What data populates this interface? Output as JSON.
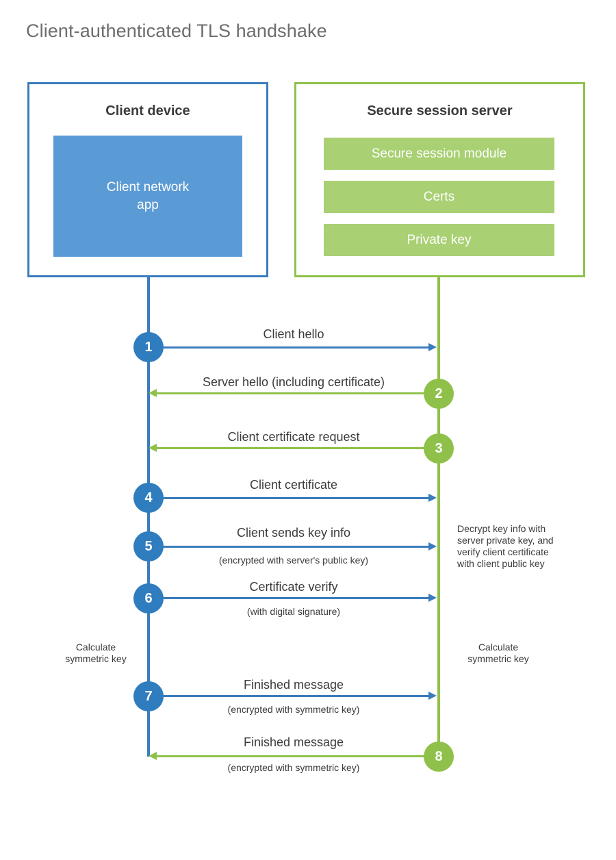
{
  "title": "Client-authenticated TLS handshake",
  "colors": {
    "client_blue": "#3a7cbd",
    "client_app_blue": "#5b9bd5",
    "client_circle_blue": "#2f7cbf",
    "server_green": "#8fc14a",
    "server_bar_green": "#a9d073",
    "text_dark": "#3b3b3b",
    "title_gray": "#6d6d6d"
  },
  "client": {
    "title": "Client device",
    "app_label": "Client network\napp",
    "app_label_line1": "Client network",
    "app_label_line2": "app"
  },
  "server": {
    "title": "Secure session server",
    "components": [
      {
        "label": "Secure session module"
      },
      {
        "label": "Certs"
      },
      {
        "label": "Private key"
      }
    ]
  },
  "steps": [
    {
      "number": "1",
      "label": "Client hello",
      "sublabel": "",
      "direction": "client-to-server",
      "origin": "client"
    },
    {
      "number": "2",
      "label": "Server hello (including certificate)",
      "sublabel": "",
      "direction": "server-to-client",
      "origin": "server"
    },
    {
      "number": "3",
      "label": "Client certificate request",
      "sublabel": "",
      "direction": "server-to-client",
      "origin": "server"
    },
    {
      "number": "4",
      "label": "Client certificate",
      "sublabel": "",
      "direction": "client-to-server",
      "origin": "client"
    },
    {
      "number": "5",
      "label": "Client sends key info",
      "sublabel": "(encrypted with server's public key)",
      "direction": "client-to-server",
      "origin": "client"
    },
    {
      "number": "6",
      "label": "Certificate verify",
      "sublabel": "(with digital signature)",
      "direction": "client-to-server",
      "origin": "client"
    },
    {
      "number": "7",
      "label": "Finished message",
      "sublabel": "(encrypted with symmetric key)",
      "direction": "client-to-server",
      "origin": "client"
    },
    {
      "number": "8",
      "label": "Finished message",
      "sublabel": "(encrypted with symmetric key)",
      "direction": "server-to-client",
      "origin": "server"
    }
  ],
  "annotations": {
    "server_decrypt_note": {
      "line1": "Decrypt key info with",
      "line2": "server private key, and",
      "line3": "verify client certificate",
      "line4": "with client public key"
    },
    "client_calculate": {
      "line1": "Calculate",
      "line2": "symmetric key"
    },
    "server_calculate": {
      "line1": "Calculate",
      "line2": "symmetric key"
    }
  }
}
